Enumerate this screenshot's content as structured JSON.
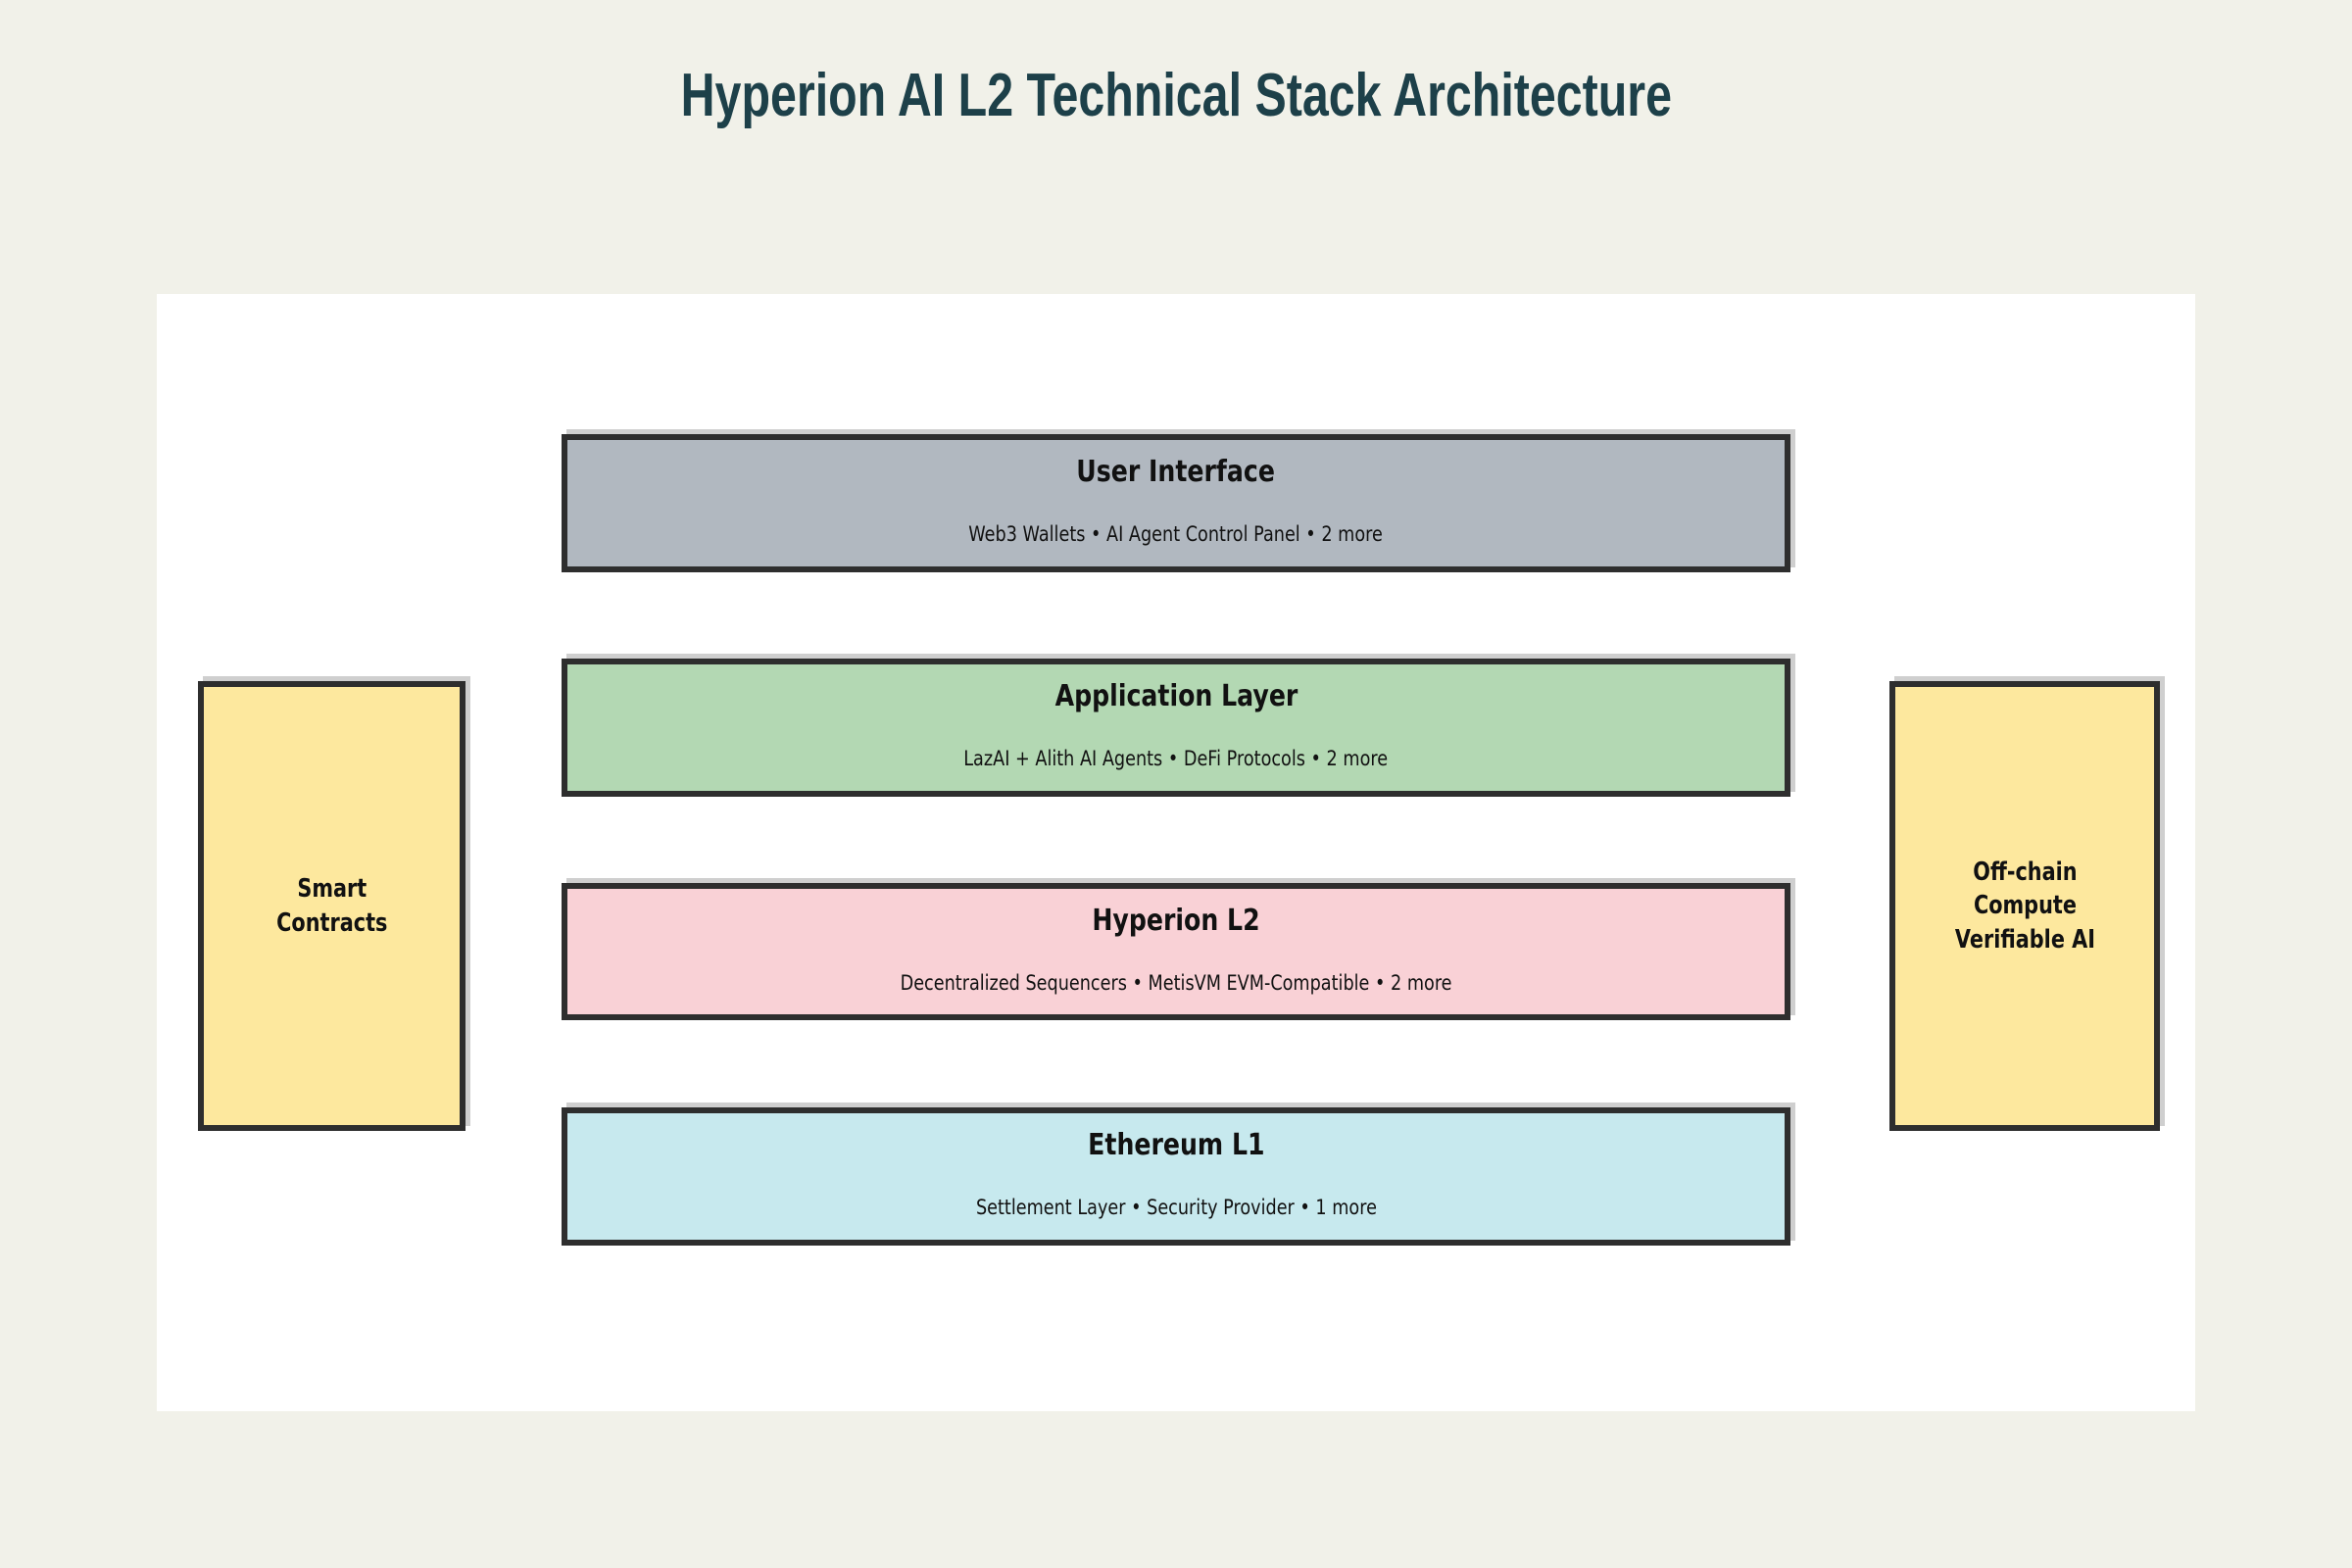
{
  "title": {
    "text": "Hyperion AI L2 Technical Stack Architecture",
    "color": "#1d4049"
  },
  "canvas": {
    "bg": "#f1f1e9",
    "panel_bg": "#ffffff",
    "border_color": "#2e2e2e"
  },
  "layers": [
    {
      "title": "User Interface",
      "subtitle": "Web3 Wallets • AI Agent Control Panel • 2 more",
      "fill": "#b1b8c0"
    },
    {
      "title": "Application Layer",
      "subtitle": "LazAI + Alith AI Agents • DeFi Protocols • 2 more",
      "fill": "#b3d8b3"
    },
    {
      "title": "Hyperion L2",
      "subtitle": "Decentralized Sequencers • MetisVM EVM-Compatible • 2 more",
      "fill": "#f9d1d6"
    },
    {
      "title": "Ethereum L1",
      "subtitle": "Settlement Layer • Security Provider • 1 more",
      "fill": "#c7e9ee"
    }
  ],
  "side_boxes": [
    {
      "lines": {
        "0": "Smart",
        "1": "Contracts"
      },
      "fill": "#fde89e"
    },
    {
      "lines": {
        "0": "Off-chain",
        "1": "Compute",
        "2": "Verifiable AI"
      },
      "fill": "#fde89e"
    }
  ]
}
